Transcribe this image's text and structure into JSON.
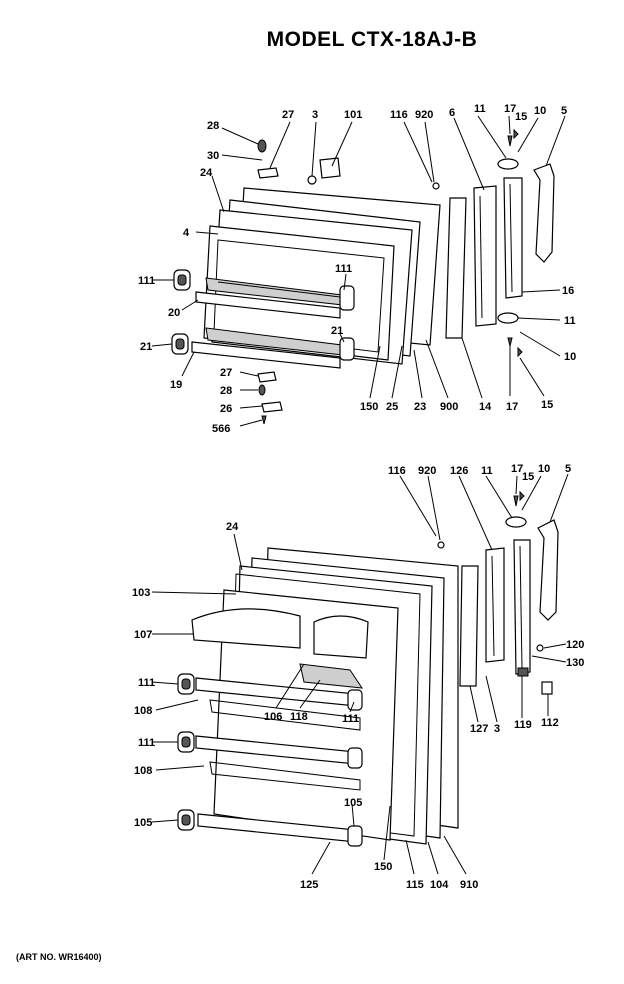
{
  "title": "MODEL CTX-18AJ-B",
  "art_no": "(ART NO. WR16400)",
  "upper_labels": {
    "l28": "28",
    "l27a": "27",
    "l3": "3",
    "l101": "101",
    "l116": "116",
    "l920": "920",
    "l6": "6",
    "l11a": "11",
    "l17a": "17",
    "l15a": "15",
    "l10a": "10",
    "l5": "5",
    "l30": "30",
    "l24": "24",
    "l4": "4",
    "l111a": "111",
    "l111b": "111",
    "l20": "20",
    "l21a": "21",
    "l21b": "21",
    "l19": "19",
    "l16": "16",
    "l11b": "11",
    "l10b": "10",
    "l27b": "27",
    "l28b": "28",
    "l26": "26",
    "l566": "566",
    "l150": "150",
    "l25": "25",
    "l23": "23",
    "l900": "900",
    "l14": "14",
    "l17b": "17",
    "l15b": "15"
  },
  "lower_labels": {
    "l116": "116",
    "l920": "920",
    "l126": "126",
    "l11": "11",
    "l17": "17",
    "l15": "15",
    "l10": "10",
    "l5": "5",
    "l24": "24",
    "l103": "103",
    "l107": "107",
    "l111a": "111",
    "l108a": "108",
    "l111b": "111",
    "l108b": "108",
    "l105a": "105",
    "l106": "106",
    "l118": "118",
    "l111c": "111",
    "l105b": "105",
    "l150": "150",
    "l125": "125",
    "l115": "115",
    "l104": "104",
    "l910": "910",
    "l127": "127",
    "l3": "3",
    "l119": "119",
    "l112": "112",
    "l120": "120",
    "l130": "130"
  }
}
